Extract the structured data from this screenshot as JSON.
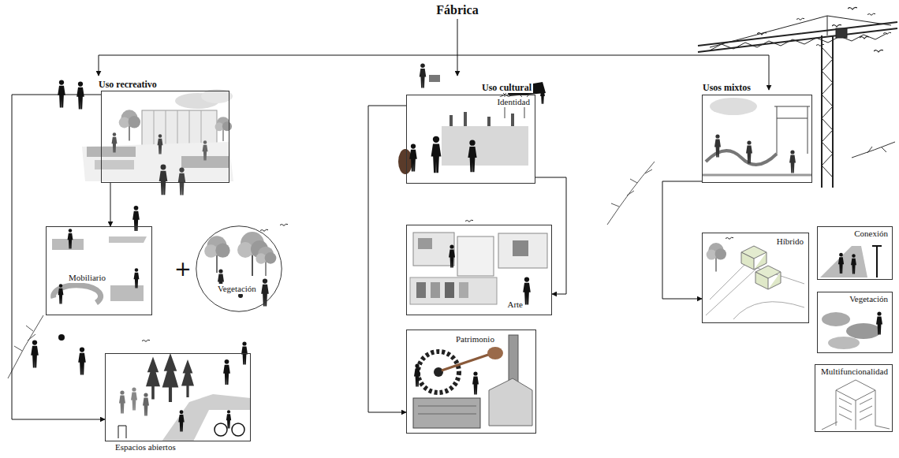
{
  "diagram": {
    "title": "Fábrica",
    "nodes": [
      {
        "text": [
          "Uso recreativo"
        ]
      },
      {
        "text": [
          "Mobiliario"
        ]
      },
      {
        "text": [
          "Vegetación"
        ]
      },
      {
        "text": [
          "Espacios abiertos"
        ]
      },
      {
        "text": [
          "Uso cultural",
          "Identidad"
        ]
      },
      {
        "text": [
          "Arte"
        ]
      },
      {
        "text": [
          "Patrimonio"
        ]
      },
      {
        "text": [
          "Usos mixtos"
        ]
      },
      {
        "text": [
          "Híbrido"
        ]
      },
      {
        "text": [
          "Conexión"
        ]
      },
      {
        "text": [
          "Vegetación"
        ]
      },
      {
        "text": [
          "Multifuncionalidad"
        ]
      }
    ],
    "edges": [
      {
        "from": 0,
        "to": 1,
        "arrow": "to"
      },
      {
        "from": 0,
        "to": 3,
        "arrow": "to"
      },
      {
        "from": 4,
        "to": 5,
        "arrow": "to"
      },
      {
        "from": 4,
        "to": 6,
        "arrow": "to"
      },
      {
        "from": 7,
        "to": 8,
        "arrow": "to"
      }
    ],
    "labels": [
      "+"
    ]
  }
}
